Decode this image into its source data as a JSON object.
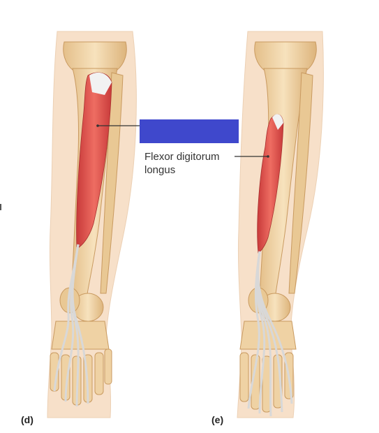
{
  "panels": [
    {
      "label": "(d)"
    },
    {
      "label": "(e)"
    }
  ],
  "labels": {
    "flexor_digitorum_longus": [
      "Flexor digitorum",
      "longus"
    ]
  },
  "answer_box": {
    "color": "#3f48cc",
    "text": ""
  },
  "colors": {
    "skin": "#f6dcc4",
    "bone": "#efd2a4",
    "bone_shade": "#d7ae76",
    "muscle": "#e05555",
    "tendon": "#dcdcdc",
    "leader_line": "#333333"
  }
}
